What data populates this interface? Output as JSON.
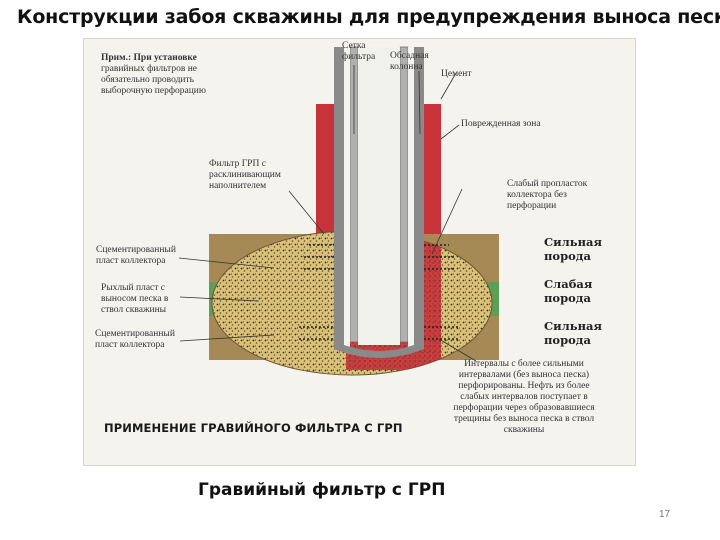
{
  "slide": {
    "title": "Конструкции забоя скважины для предупреждения выноса песка",
    "subtitle": "Гравийный фильтр с ГРП",
    "page_number": "17"
  },
  "diagram": {
    "caption": "ПРИМЕНЕНИЕ ГРАВИЙНОГО ФИЛЬТРА С ГРП",
    "note": [
      "Прим.: При установке",
      "гравийных фильтров не",
      "обязательно проводить",
      "выборочную перфорацию"
    ],
    "labels": {
      "screen": [
        "Сетка",
        "фильтра"
      ],
      "casing": [
        "Обсадная",
        "колонна"
      ],
      "cement": "Цемент",
      "damaged_zone": "Поврежденная зона",
      "frac_filter": [
        "Фильтр ГРП с",
        "расклинивающим",
        "наполнителем"
      ],
      "weak_interlayer": [
        "Слабый пропласток",
        "коллектора без",
        "перфорации"
      ],
      "cemented_top": [
        "Сцементированный",
        "пласт коллектора"
      ],
      "loose_layer": [
        "Рыхлый пласт с",
        "выносом песка в",
        "ствол скважины"
      ],
      "cemented_bottom": [
        "Сцементированный",
        "пласт коллектора"
      ],
      "intervals": [
        "Интервалы с более сильными",
        "интервалами (без выноса песка)",
        "перфорированы. Нефть из более",
        "слабых интервалов поступает в",
        "перфорации через образовавшиеся",
        "трещины без выноса песка в ствол",
        "скважины"
      ]
    },
    "rock_labels": {
      "strong_top": [
        "Сильная",
        "порода"
      ],
      "weak": [
        "Слабая",
        "порода"
      ],
      "strong_bottom": [
        "Сильная",
        "порода"
      ]
    },
    "colors": {
      "red_zone": "#c8323a",
      "brown_rock": "#a58a56",
      "green_layer": "#5d9f57",
      "gravel": "#d9c27c",
      "steel": "#8a8a8a",
      "background": "#f4f3ee"
    }
  }
}
